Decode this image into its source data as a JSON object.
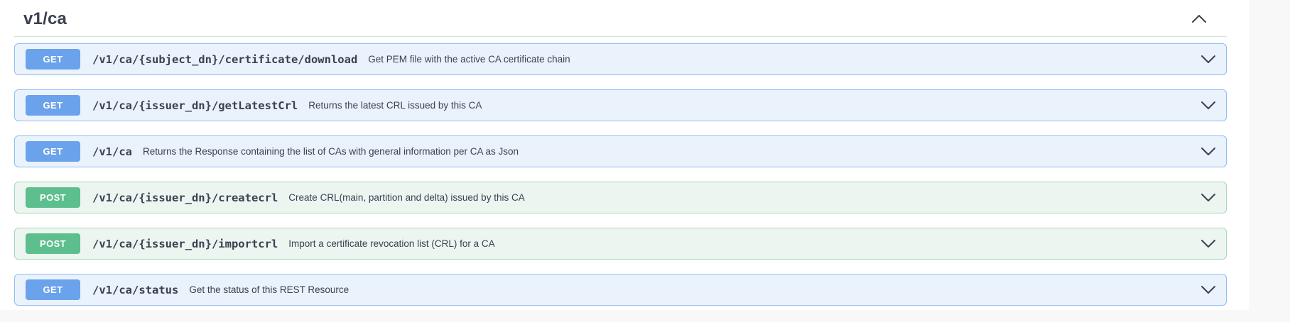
{
  "section": {
    "title": "v1/ca",
    "expanded": true,
    "collapse_icon": "chevron-up"
  },
  "colors": {
    "text": "#3b4151",
    "page_background": "#f8f8f8",
    "panel_background": "#ffffff",
    "get_badge": "#6ba2ec",
    "get_row_background": "#eaf2fb",
    "get_row_border": "#90bdf4",
    "post_badge": "#5cbf8d",
    "post_row_background": "#ecf5f0",
    "post_row_border": "#a6d7b8"
  },
  "endpoints": [
    {
      "method": "GET",
      "path": "/v1/ca/{subject_dn}/certificate/download",
      "description": "Get PEM file with the active CA certificate chain",
      "expand_icon": "chevron-down"
    },
    {
      "method": "GET",
      "path": "/v1/ca/{issuer_dn}/getLatestCrl",
      "description": "Returns the latest CRL issued by this CA",
      "expand_icon": "chevron-down"
    },
    {
      "method": "GET",
      "path": "/v1/ca",
      "description": "Returns the Response containing the list of CAs with general information per CA as Json",
      "expand_icon": "chevron-down"
    },
    {
      "method": "POST",
      "path": "/v1/ca/{issuer_dn}/createcrl",
      "description": "Create CRL(main, partition and delta) issued by this CA",
      "expand_icon": "chevron-down"
    },
    {
      "method": "POST",
      "path": "/v1/ca/{issuer_dn}/importcrl",
      "description": "Import a certificate revocation list (CRL) for a CA",
      "expand_icon": "chevron-down"
    },
    {
      "method": "GET",
      "path": "/v1/ca/status",
      "description": "Get the status of this REST Resource",
      "expand_icon": "chevron-down"
    }
  ]
}
